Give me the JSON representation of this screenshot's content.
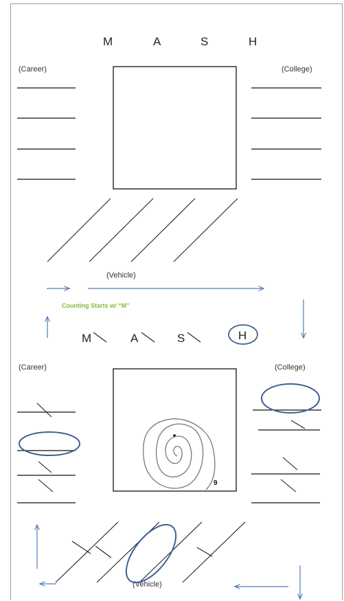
{
  "top": {
    "title_letters": [
      "M",
      "A",
      "S",
      "H"
    ],
    "career_label": "(Career)",
    "college_label": "(College)",
    "vehicle_label": "(Vehicle)"
  },
  "middle": {
    "counting_note": "Counting Starts w/ “M”",
    "letters": [
      "M",
      "A",
      "S",
      "H"
    ],
    "circled_letter": "H"
  },
  "bottom": {
    "career_label": "(Career)",
    "college_label": "(College)",
    "vehicle_label": "(Vehicle)",
    "spiral_count": "9"
  },
  "colors": {
    "ink": "#222222",
    "blue_annotation": "#4f7ab9",
    "circle_ink": "#3f5f95",
    "note_green": "#8ab73a",
    "frame": "#9a9a9a"
  }
}
